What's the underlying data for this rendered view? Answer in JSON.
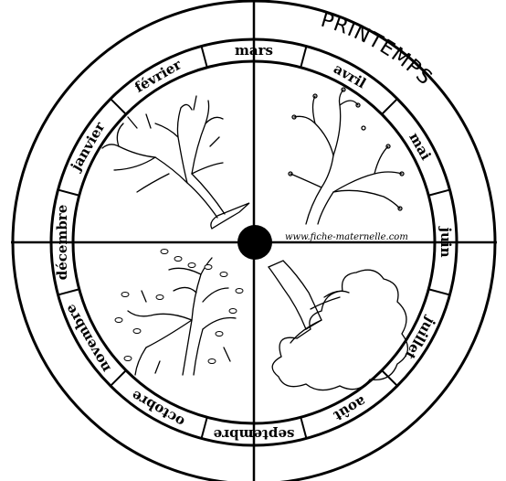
{
  "season_title": "PRINTEMPS",
  "website": "www.fiche-maternelle.com",
  "months": [
    "mars",
    "avril",
    "mai",
    "juin",
    "juillet",
    "août",
    "septembre",
    "octobre",
    "novembre",
    "décembre",
    "janvier",
    "février"
  ],
  "quadrants": [
    {
      "name": "winter-tree",
      "style": "bare"
    },
    {
      "name": "spring-tree",
      "style": "budding"
    },
    {
      "name": "autumn-tree",
      "style": "falling-leaves"
    },
    {
      "name": "summer-tree",
      "style": "full-foliage"
    }
  ]
}
